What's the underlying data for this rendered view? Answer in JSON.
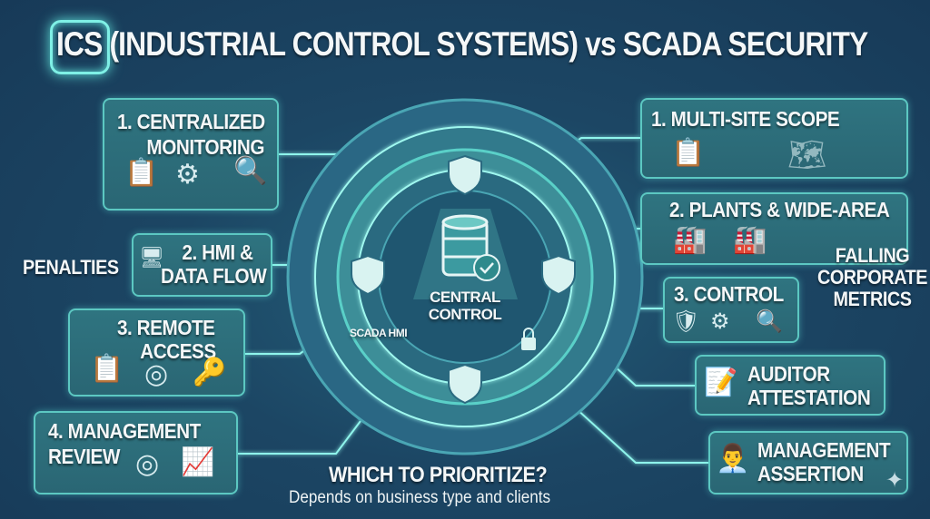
{
  "title": "ICS (INDUSTRIAL CONTROL SYSTEMS) vs SCADA SECURITY",
  "center": {
    "label_line1": "CENTRAL",
    "label_line2": "CONTROL",
    "hmi_label": "SCADA HMI"
  },
  "left_items": [
    {
      "line1": "1. CENTRALIZED",
      "line2": "MONITORING"
    },
    {
      "line1": "2. HMI &",
      "line2": "DATA FLOW"
    },
    {
      "line1": "3. REMOTE",
      "line2": "ACCESS"
    },
    {
      "line1": "4. MANAGEMENT",
      "line2": "REVIEW"
    }
  ],
  "right_items": [
    {
      "line1": "1. MULTI-SITE SCOPE"
    },
    {
      "line1": "2. PLANTS & WIDE-AREA"
    },
    {
      "line1": "3. CONTROL"
    },
    {
      "line1": "AUDITOR",
      "line2": "ATTESTATION"
    },
    {
      "line1": "MANAGEMENT",
      "line2": "ASSERTION"
    }
  ],
  "side_labels": {
    "penalties": "PENALTIES",
    "falling1": "FALLING",
    "falling2": "CORPORATE",
    "falling3": "METRICS"
  },
  "footer": {
    "question": "WHICH TO PRIORITIZE?",
    "answer": "Depends on business type and clients"
  },
  "colors": {
    "background": "#1c4664",
    "accent": "#5fe0d8",
    "box": "#2f7480"
  }
}
